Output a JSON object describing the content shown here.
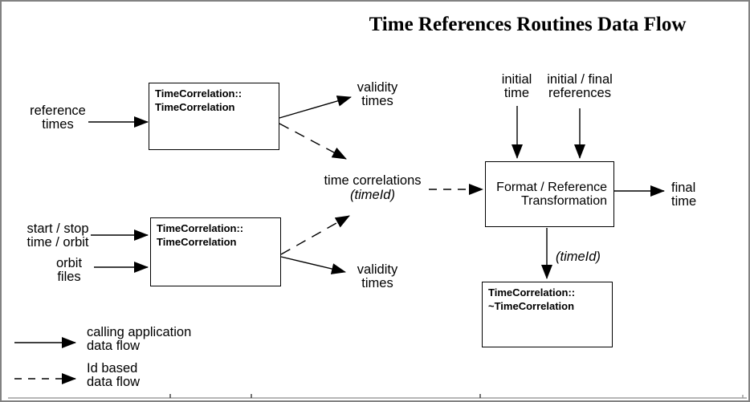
{
  "title": "Time References Routines Data Flow",
  "colors": {
    "frame_border": "#828282",
    "ink": "#000000",
    "background": "#ffffff"
  },
  "boxes": {
    "ctor_top": {
      "label": "TimeCorrelation::\nTimeCorrelation"
    },
    "ctor_bottom": {
      "label": "TimeCorrelation::\nTimeCorrelation"
    },
    "format_transform": {
      "label": "Format / Reference\nTransformation"
    },
    "dtor": {
      "label": "TimeCorrelation::\n~TimeCorrelation"
    }
  },
  "labels": {
    "reference_times": "reference\ntimes",
    "validity_times_top": "validity\ntimes",
    "time_correlations": "time correlations",
    "time_correlations_param": "(timeId)",
    "initial_time": "initial\ntime",
    "initial_final_references": "initial / final\nreferences",
    "final_time": "final\ntime",
    "start_stop_time_orbit": "start / stop\ntime / orbit",
    "orbit_files": "orbit\nfiles",
    "validity_times_bottom": "validity\ntimes",
    "dtor_param": "(timeId)"
  },
  "legend": {
    "solid_arrow": "calling application\ndata flow",
    "dashed_arrow": "Id based\ndata flow"
  }
}
